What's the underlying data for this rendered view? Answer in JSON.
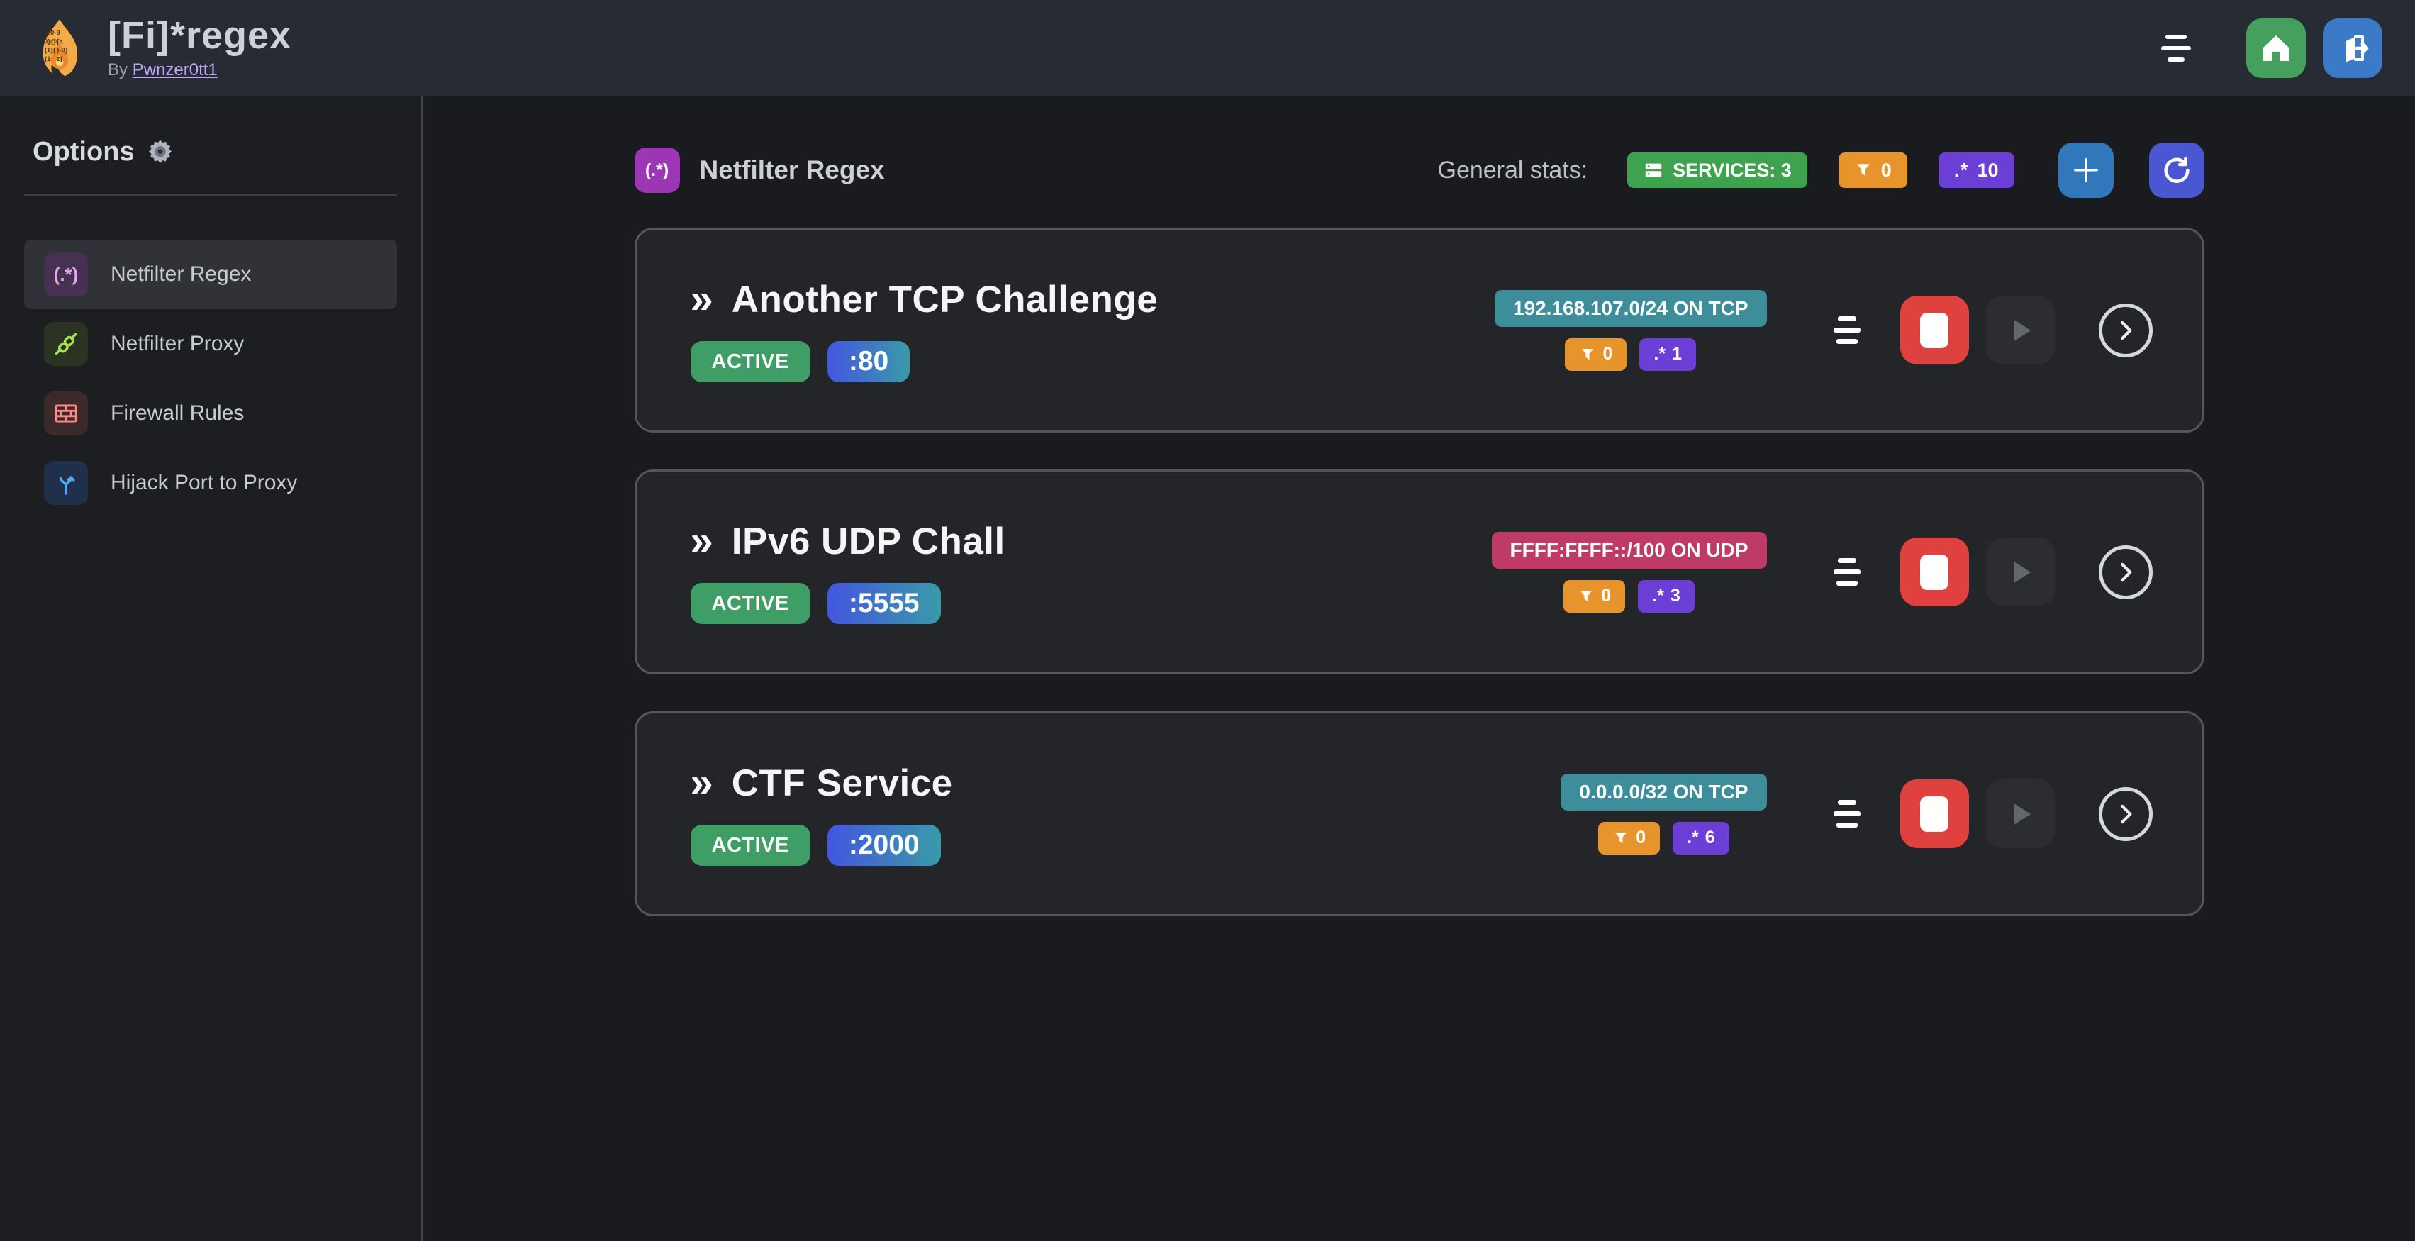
{
  "header": {
    "app_title": "[Fi]*regex",
    "byline_prefix": "By",
    "author": "Pwnzer0tt1"
  },
  "sidebar": {
    "heading": "Options",
    "regex_glyph": "(.*)",
    "items": [
      {
        "label": "Netfilter Regex"
      },
      {
        "label": "Netfilter Proxy"
      },
      {
        "label": "Firewall Rules"
      },
      {
        "label": "Hijack Port to Proxy"
      }
    ]
  },
  "main": {
    "section_icon_glyph": "(.*)",
    "section_title": "Netfilter Regex",
    "stats_label": "General stats:",
    "services_badge": "SERVICES: 3",
    "filtered_total": "0",
    "regex_glyph": ".*",
    "regex_total": "10"
  },
  "services": [
    {
      "chevron_glyph": "»",
      "name": "Another TCP Challenge",
      "status": "ACTIVE",
      "port": ":80",
      "address": "192.168.107.0/24 ON TCP",
      "address_color": "#3d8d9b",
      "filtered": "0",
      "regex_glyph": ".*",
      "regexes": "1"
    },
    {
      "chevron_glyph": "»",
      "name": "IPv6 UDP Chall",
      "status": "ACTIVE",
      "port": ":5555",
      "address": "FFFF:FFFF::/100 ON UDP",
      "address_color": "#bf3a64",
      "filtered": "0",
      "regex_glyph": ".*",
      "regexes": "3"
    },
    {
      "chevron_glyph": "»",
      "name": "CTF Service",
      "status": "ACTIVE",
      "port": ":2000",
      "address": "0.0.0.0/32 ON TCP",
      "address_color": "#3d8d9b",
      "filtered": "0",
      "regex_glyph": ".*",
      "regexes": "6"
    }
  ]
}
